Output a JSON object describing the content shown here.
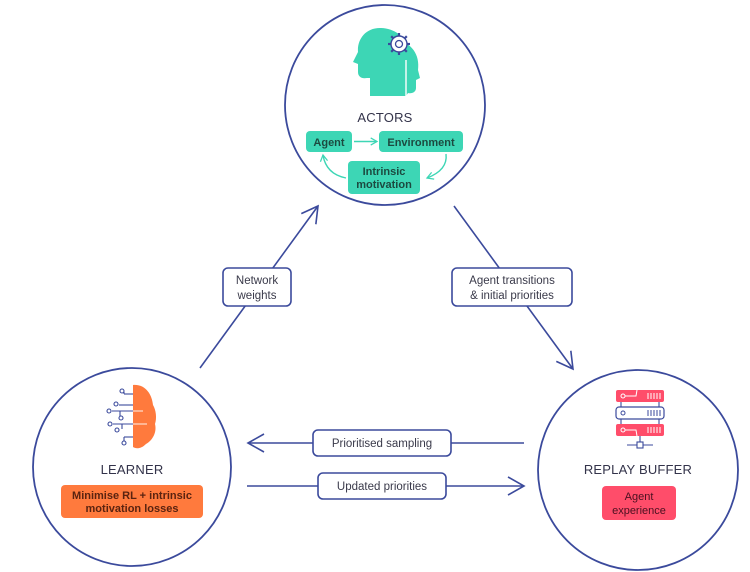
{
  "colors": {
    "outline": "#3b4a9c",
    "teal": "#3dd6b5",
    "orange": "#ff7a3d",
    "red": "#ff4d6a",
    "text_dark": "#33334a"
  },
  "nodes": {
    "actors": {
      "icon": "head-gear-icon",
      "title": "ACTORS",
      "chips": {
        "agent": "Agent",
        "environment": "Environment",
        "intrinsic_line1": "Intrinsic",
        "intrinsic_line2": "motivation"
      }
    },
    "learner": {
      "icon": "brain-circuit-icon",
      "title": "LEARNER",
      "chip_line1": "Minimise RL + intrinsic",
      "chip_line2": "motivation losses"
    },
    "replay_buffer": {
      "icon": "server-stack-icon",
      "title": "REPLAY BUFFER",
      "chip_line1": "Agent",
      "chip_line2": "experience"
    }
  },
  "edges": {
    "network_weights": {
      "line1": "Network",
      "line2": "weights"
    },
    "agent_transitions": {
      "line1": "Agent transitions",
      "line2": "& initial priorities"
    },
    "prioritised_sampling": {
      "label": "Prioritised sampling"
    },
    "updated_priorities": {
      "label": "Updated priorities"
    }
  }
}
